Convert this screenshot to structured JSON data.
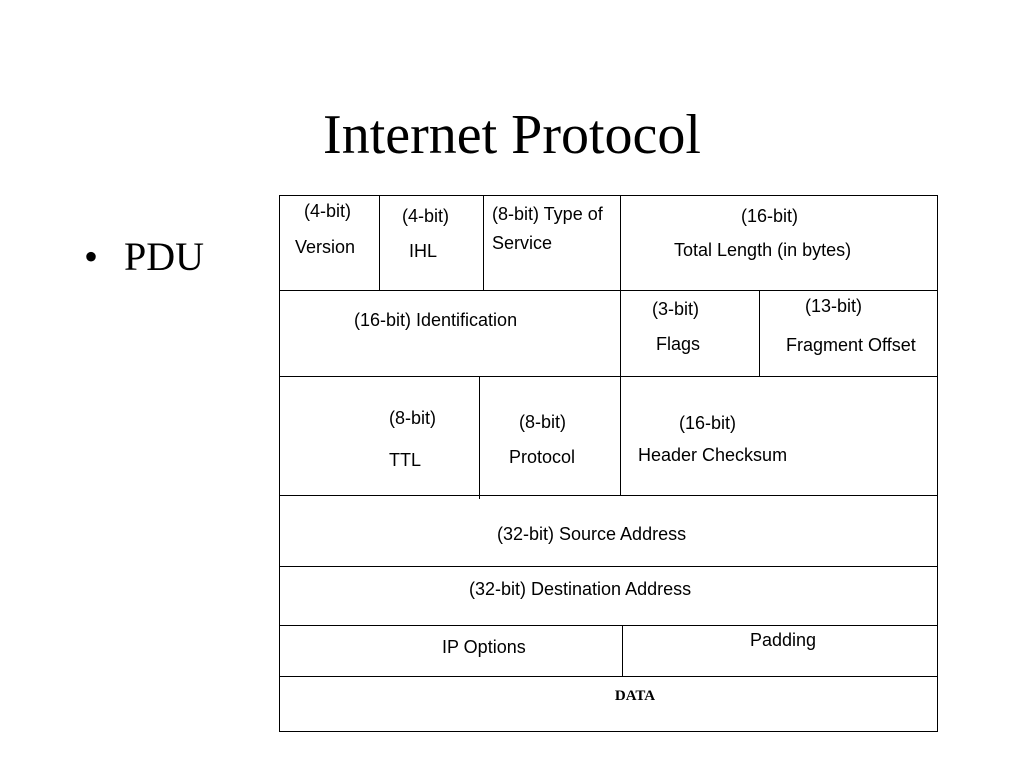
{
  "slide": {
    "title": "Internet Protocol",
    "bullet_symbol": "•",
    "bullet_text": "PDU"
  },
  "header": {
    "version": {
      "bits": "(4-bit)",
      "name": "Version"
    },
    "ihl": {
      "bits": "(4-bit)",
      "name": "IHL"
    },
    "type_of_service": {
      "text": "(8-bit) Type of Service"
    },
    "total_length": {
      "bits": "(16-bit)",
      "name": "Total Length (in bytes)"
    },
    "identification": {
      "text": "(16-bit) Identification"
    },
    "flags": {
      "bits": "(3-bit)",
      "name": "Flags"
    },
    "fragment_offset": {
      "bits": "(13-bit)",
      "name": "Fragment Offset"
    },
    "ttl": {
      "bits": "(8-bit)",
      "name": "TTL"
    },
    "protocol": {
      "bits": "(8-bit)",
      "name": "Protocol"
    },
    "header_checksum": {
      "bits": "(16-bit)",
      "name": "Header Checksum"
    },
    "source_address": {
      "text": "(32-bit) Source Address"
    },
    "destination_address": {
      "text": "(32-bit) Destination Address"
    },
    "ip_options": {
      "text": "IP Options"
    },
    "padding": {
      "text": "Padding"
    },
    "data": {
      "text": "DATA"
    }
  }
}
